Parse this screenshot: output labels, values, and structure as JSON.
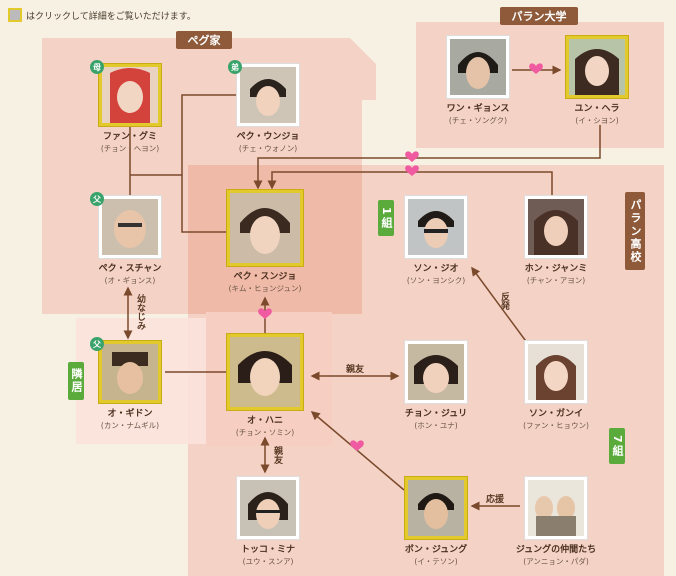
{
  "legend": {
    "text": "はクリックして詳細をご覧いただけます。"
  },
  "groups": {
    "baek_house": "ペグ家",
    "paran_univ": "パラン大学",
    "paran_high": "パラン高校",
    "neighbor": "隣居",
    "class1": "1組",
    "class7": "7組"
  },
  "people": {
    "hwang_gumi": {
      "name": "ファン・グミ",
      "actor": "(チョン・ヘヨン)",
      "badge": "母"
    },
    "baek_woonjo": {
      "name": "ペク・ウンジョ",
      "actor": "(チェ・ウォノン)",
      "badge": "弟"
    },
    "baek_sooc": {
      "name": "ペク・スチャン",
      "actor": "(オ・ギョンス)",
      "badge": "父"
    },
    "baek_seungjo": {
      "name": "ペク・スンジョ",
      "actor": "(キム・ヒョンジュン)"
    },
    "wan_gyeongsu": {
      "name": "ワン・ギョンス",
      "actor": "(チェ・ソングク)"
    },
    "yoon_hera": {
      "name": "ユン・ヘラ",
      "actor": "(イ・シヨン)"
    },
    "song_jiwo": {
      "name": "ソン・ジオ",
      "actor": "(ソン・ヨンシク)"
    },
    "hong_jangmi": {
      "name": "ホン・ジャンミ",
      "actor": "(チャン・アヨン)"
    },
    "oh_gidong": {
      "name": "オ・ギドン",
      "actor": "(カン・ナムギル)",
      "badge": "父"
    },
    "oh_hani": {
      "name": "オ・ハニ",
      "actor": "(チョン・ソミン)"
    },
    "jeong_juri": {
      "name": "チョン・ジュリ",
      "actor": "(ホン・ユナ)"
    },
    "song_gani": {
      "name": "ソン・ガンイ",
      "actor": "(ファン・ヒョウン)"
    },
    "dokgo_mina": {
      "name": "トッコ・ミナ",
      "actor": "(ユウ・スンア)"
    },
    "bong_joongu": {
      "name": "ボン・ジュング",
      "actor": "(イ・テソン)"
    },
    "joongu_friends": {
      "name": "ジュングの仲間たち",
      "actor": "(アンニョン・パダ)"
    }
  },
  "relations": {
    "childhood": "幼なじみ",
    "best_friend_juri": "親友",
    "best_friend_mina": "親友",
    "rival": "反発",
    "support": "応援"
  },
  "colors": {
    "house": "#f4d3c6",
    "highlight": "#f1b9a8",
    "line": "#7b4a2c",
    "heart": "#f05aa0",
    "gold": "#e2c92c"
  }
}
